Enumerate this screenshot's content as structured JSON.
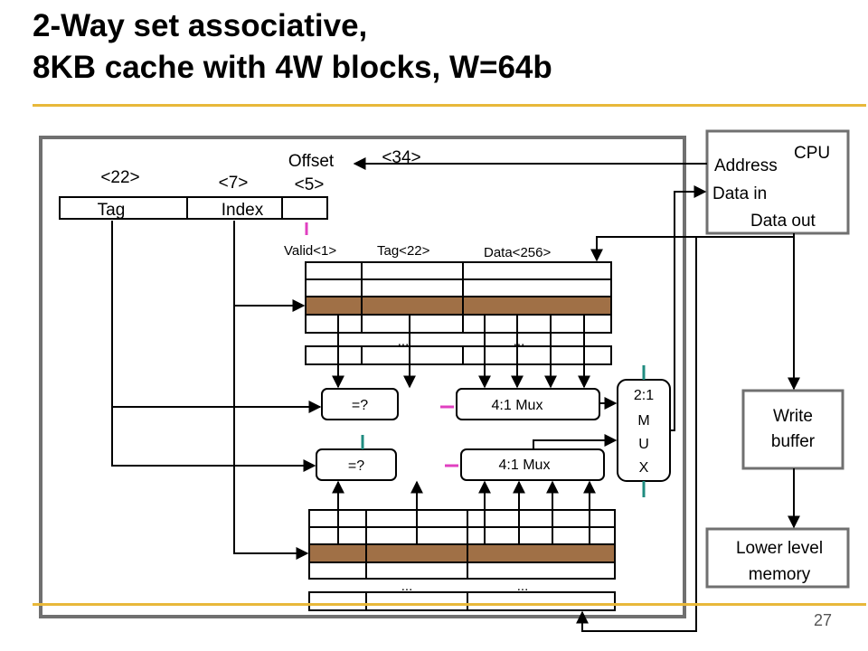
{
  "slide": {
    "title_line1": "2-Way set associative,",
    "title_line2": "8KB cache with 4W blocks, W=64b",
    "page_number": "27"
  },
  "address": {
    "tag_bits": "<22>",
    "index_bits": "<7>",
    "offset_label": "Offset",
    "offset_bits": "<5>",
    "tag_label": "Tag",
    "index_label": "Index",
    "address_bits": "<34>"
  },
  "cpu": {
    "title": "CPU",
    "address": "Address",
    "data_in": "Data in",
    "data_out": "Data out"
  },
  "array": {
    "valid_label": "Valid<1>",
    "tag_label": "Tag<22>",
    "data_label": "Data<256>",
    "ellipsis": "..."
  },
  "logic": {
    "comparator": "=?",
    "mux4": "4:1 Mux",
    "mux2_lines": [
      "2:1",
      "M",
      "U",
      "X"
    ]
  },
  "write_buffer": {
    "line1": "Write",
    "line2": "buffer"
  },
  "lower_memory": {
    "line1": "Lower level",
    "line2": "memory"
  },
  "colors": {
    "block_fill": "#a07046",
    "accent_rule": "#e8b83a",
    "valid_mark": "#e040c0",
    "select_mark": "#208c80"
  }
}
